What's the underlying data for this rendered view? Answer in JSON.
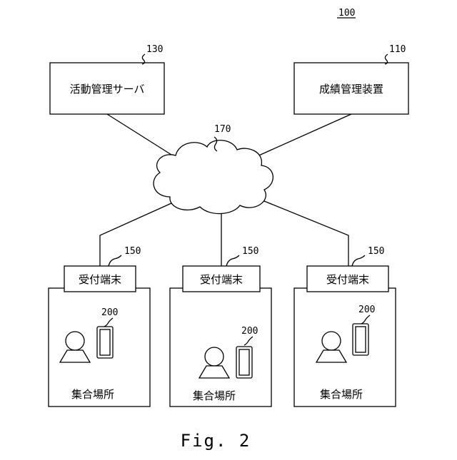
{
  "diagram": {
    "system_ref": "100",
    "figure_caption": "Fig. 2",
    "network": {
      "ref": "170"
    },
    "activity_server": {
      "label": "活動管理サーバ",
      "ref": "130"
    },
    "grade_manager": {
      "label": "成績管理装置",
      "ref": "110"
    },
    "sites": [
      {
        "terminal_label": "受付端末",
        "terminal_ref": "150",
        "device_ref": "200",
        "place_label": "集合場所"
      },
      {
        "terminal_label": "受付端末",
        "terminal_ref": "150",
        "device_ref": "200",
        "place_label": "集合場所"
      },
      {
        "terminal_label": "受付端末",
        "terminal_ref": "150",
        "device_ref": "200",
        "place_label": "集合場所"
      }
    ]
  }
}
